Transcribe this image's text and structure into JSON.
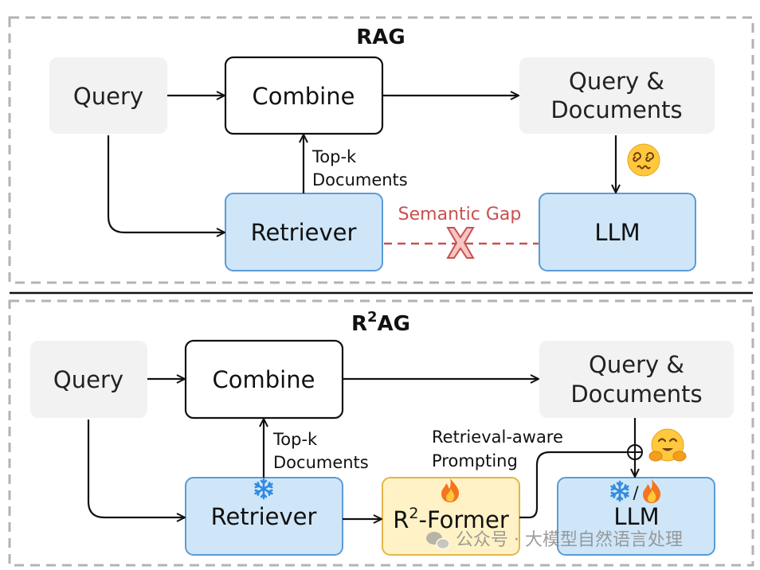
{
  "rag": {
    "title": "RAG",
    "query": "Query",
    "combine": "Combine",
    "qd_line1": "Query &",
    "qd_line2": "Documents",
    "retriever": "Retriever",
    "llm": "LLM",
    "topk_line1": "Top-k",
    "topk_line2": "Documents",
    "semantic_gap": "Semantic Gap"
  },
  "r2ag": {
    "title_r": "R",
    "title_sup": "2",
    "title_ag": "AG",
    "query": "Query",
    "combine": "Combine",
    "qd_line1": "Query &",
    "qd_line2": "Documents",
    "retriever": "Retriever",
    "former_r": "R",
    "former_sup": "2",
    "former_rest": "-Former",
    "llm": "LLM",
    "llm_mark_sep": "/",
    "topk_line1": "Top-k",
    "topk_line2": "Documents",
    "prompt_line1": "Retrieval-aware",
    "prompt_line2": "Prompting"
  },
  "watermark": "公众号 · 大模型自然语言处理",
  "icons": [
    "dizzy-face-icon",
    "hugging-face-icon",
    "snowflake-icon",
    "fire-icon",
    "cross-icon",
    "circle-plus-icon",
    "wechat-icon"
  ],
  "colors": {
    "gray_box": "#f2f2f2",
    "blue_box": "#cfe6f8",
    "blue_border": "#5b9bd5",
    "yellow_box": "#fff2c6",
    "yellow_border": "#e3b64a",
    "semantic_gap": "#c9504d",
    "panel_border": "#b3b3b3"
  }
}
